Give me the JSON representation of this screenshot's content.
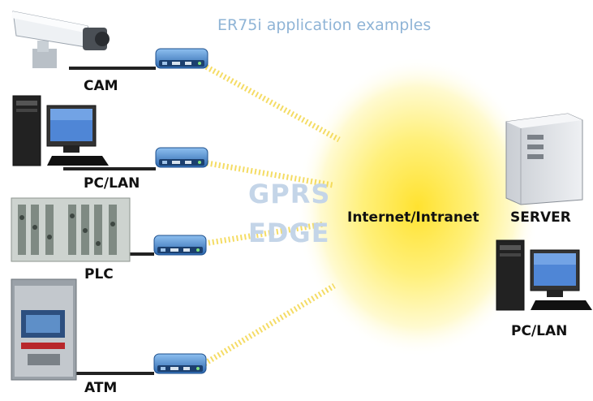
{
  "title": "ER75i application examples",
  "watermark": {
    "line1": "GPRS",
    "line2": "EDGE"
  },
  "network_label": "Internet/Intranet",
  "devices_left": [
    {
      "label": "CAM",
      "icon": "security-camera-icon"
    },
    {
      "label": "PC/LAN",
      "icon": "desktop-computer-icon"
    },
    {
      "label": "PLC",
      "icon": "plc-rack-icon"
    },
    {
      "label": "ATM",
      "icon": "atm-machine-icon"
    }
  ],
  "devices_right": [
    {
      "label": "SERVER",
      "icon": "tower-server-icon"
    },
    {
      "label": "PC/LAN",
      "icon": "desktop-computer-icon"
    }
  ],
  "colors": {
    "title": "#8fb4d6",
    "glow": "#ffe95a",
    "router": "#3f7fc6",
    "watermark": "#c4d5e8"
  }
}
